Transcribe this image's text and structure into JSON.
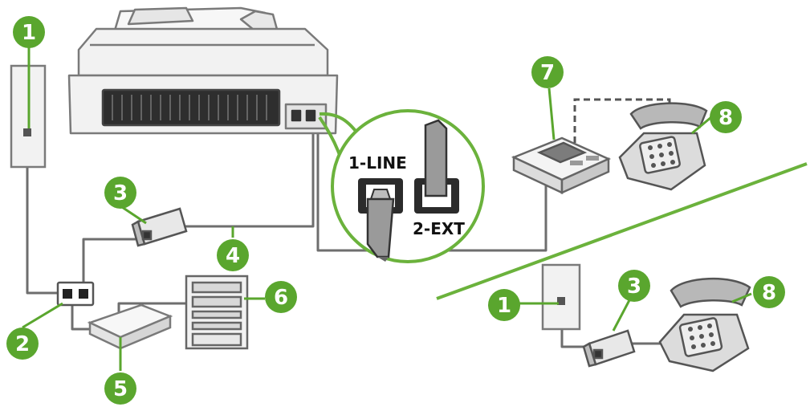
{
  "colors": {
    "callout": "#5aa62e",
    "divider": "#6bb23c",
    "zoom_ring": "#6bb23c",
    "cable": "#6e6e6e",
    "device_fill": "#f2f2f2",
    "device_stroke": "#7a7a7a"
  },
  "ports": {
    "line_label": "1-LINE",
    "ext_label": "2-EXT"
  },
  "callouts": {
    "wall_jack_top": "1",
    "splitter": "2",
    "dsl_filter_top": "3",
    "phone_cord": "4",
    "modem": "5",
    "computer": "6",
    "answering_machine": "7",
    "telephone_top": "8",
    "wall_jack_bottom": "1",
    "dsl_filter_bottom": "3",
    "telephone_bottom": "8"
  }
}
